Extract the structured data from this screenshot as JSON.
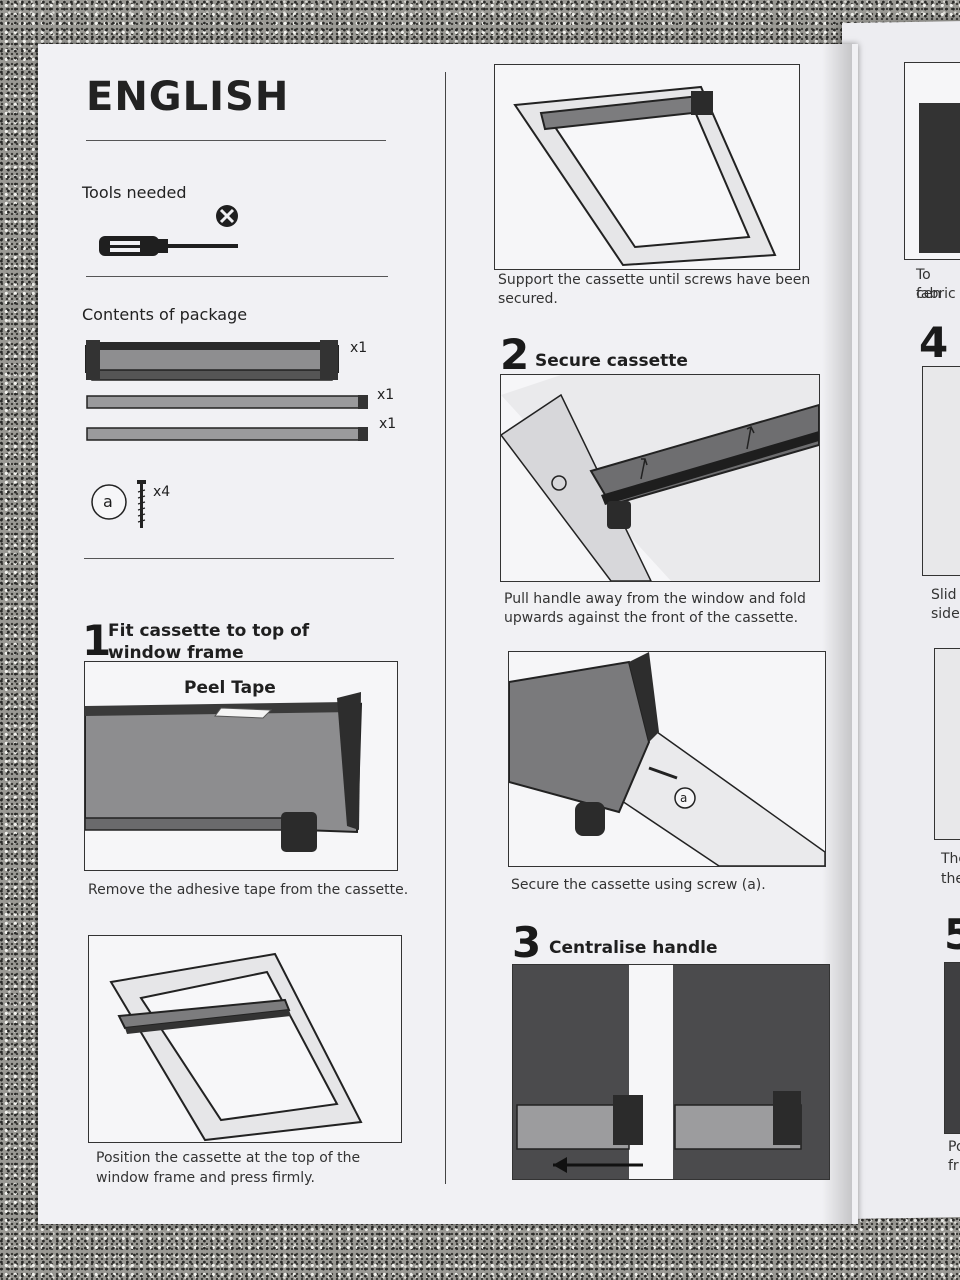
{
  "heading": "ENGLISH",
  "tools": {
    "label": "Tools needed"
  },
  "contents": {
    "label": "Contents of package",
    "items": [
      {
        "qty": "x1"
      },
      {
        "qty": "x1"
      },
      {
        "qty": "x1"
      }
    ],
    "screw": {
      "letter": "a",
      "qty": "x4"
    }
  },
  "steps": {
    "step1": {
      "number": "1",
      "title": "Fit cassette to top of window frame",
      "peel_label": "Peel Tape",
      "caption_a": "Remove the adhesive tape from the cassette.",
      "caption_b": "Position the cassette at the top of the window frame and press firmly."
    },
    "step1_cont": {
      "caption": "Support the cassette until screws have been secured."
    },
    "step2": {
      "number": "2",
      "title": "Secure cassette",
      "caption_a": "Pull handle away from the window and fold upwards against the front of the cassette.",
      "screw_letter": "a",
      "caption_b": "Secure the cassette using screw (a)."
    },
    "step3": {
      "number": "3",
      "title": "Centralise handle"
    }
  },
  "right_page": {
    "text_1a": "To cen",
    "text_1b": "fabric",
    "step4_num": "4",
    "text_2a": "Slid",
    "text_2b": "side",
    "text_3a": "The",
    "text_3b": "the",
    "step5_num": "5",
    "text_4a": "Po",
    "text_4b": "fr"
  }
}
